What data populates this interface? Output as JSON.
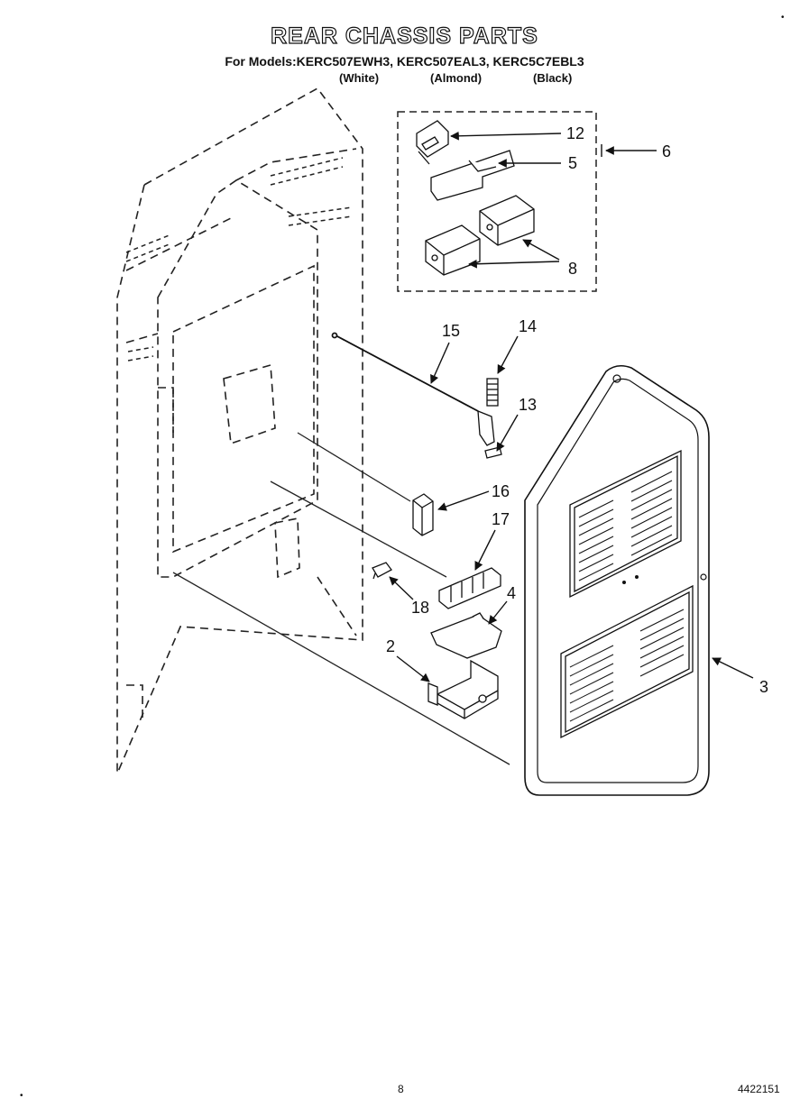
{
  "header": {
    "title": "REAR CHASSIS PARTS",
    "models_line": "For Models:KERC507EWH3, KERC507EAL3, KERC5C7EBL3",
    "variants": [
      "(White)",
      "(Almond)",
      "(Black)"
    ]
  },
  "callouts": [
    "12",
    "5",
    "6",
    "8",
    "15",
    "14",
    "13",
    "16",
    "17",
    "4",
    "18",
    "2",
    "3"
  ],
  "footer": {
    "page_number": "8",
    "doc_number": "4422151"
  }
}
